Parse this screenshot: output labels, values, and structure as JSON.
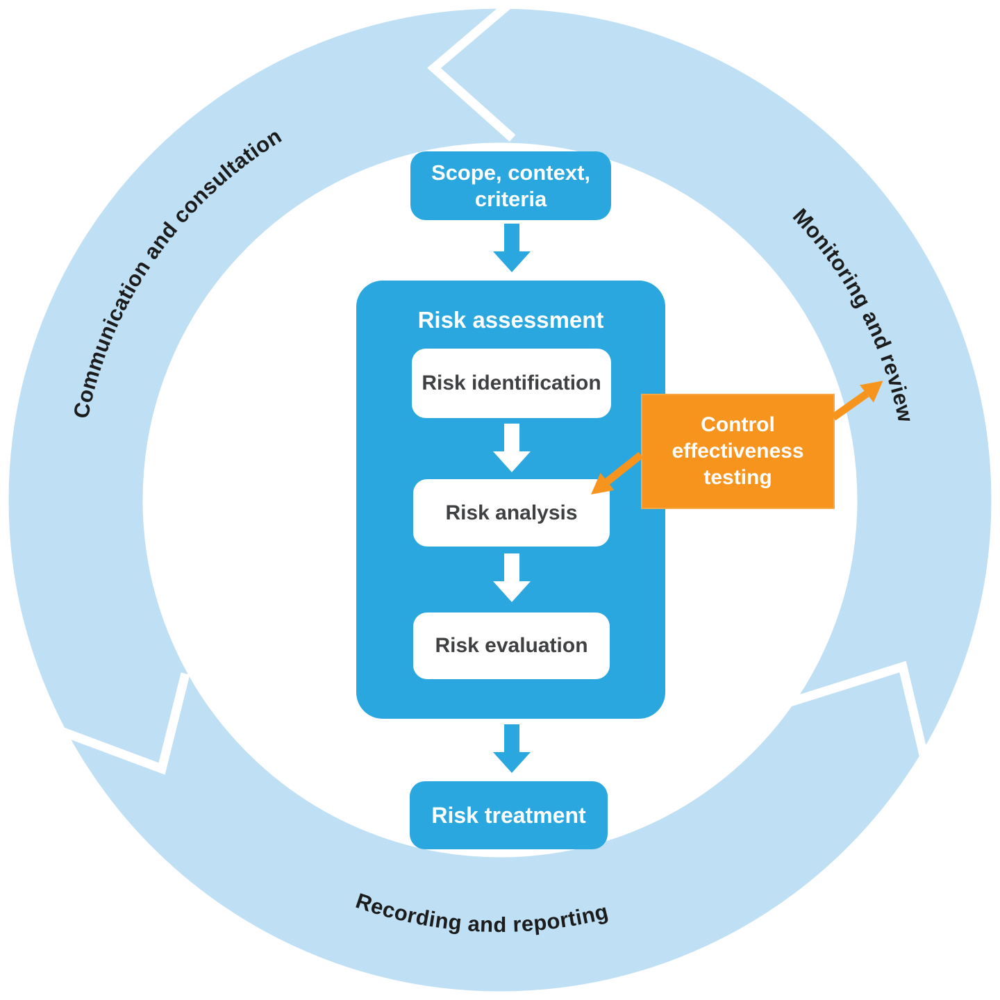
{
  "diagram": {
    "title_hint": "Risk management process cycle",
    "ring": {
      "labels": {
        "left": "Communication and consultation",
        "right": "Monitoring and review",
        "bottom": "Recording and reporting"
      },
      "band_color": "#BFE0F4",
      "flow_direction": "counterclockwise"
    },
    "flow": {
      "scope": "Scope, context, criteria",
      "assessment_title": "Risk assessment",
      "assessment_steps": [
        "Risk identification",
        "Risk analysis",
        "Risk evaluation"
      ],
      "treatment": "Risk treatment"
    },
    "callout": {
      "text": "Control effectiveness testing",
      "color": "#F7941E"
    },
    "colors": {
      "primary_blue": "#29A7DE",
      "ring_blue": "#BFE0F4",
      "orange": "#F7941E",
      "label_text": "#1C1C1C",
      "step_text": "#3F4042",
      "box_text": "#FFFFFF"
    }
  }
}
